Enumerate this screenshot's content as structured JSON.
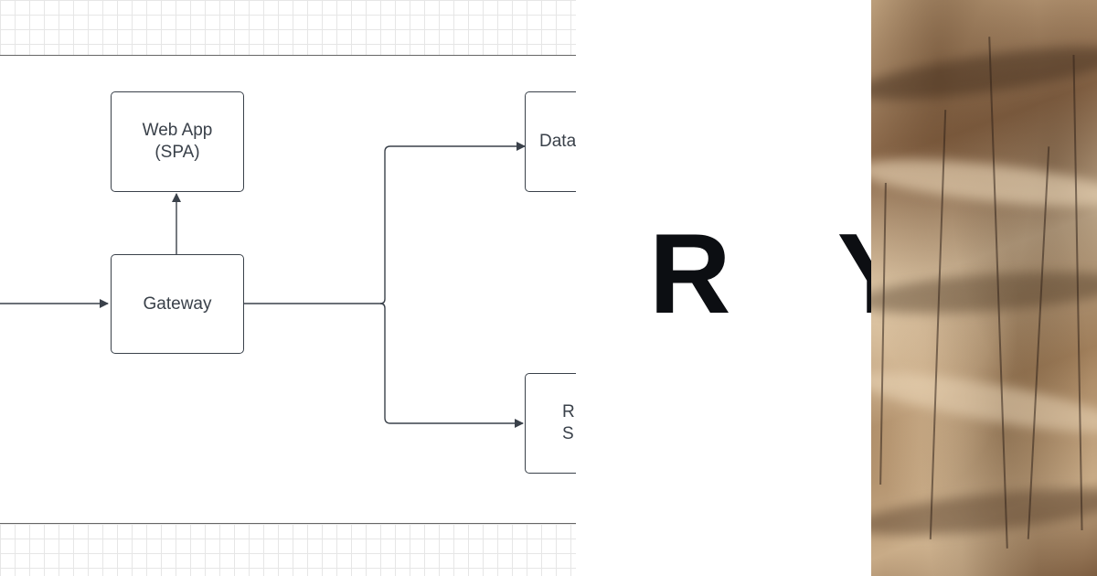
{
  "diagram": {
    "nodes": {
      "web_app": "Web App\n(SPA)",
      "gateway": "Gateway",
      "database": "Data",
      "service": "R\nS"
    }
  },
  "title": {
    "letters": "R Y"
  },
  "colors": {
    "line": "#3a414a",
    "text": "#0c0e12",
    "grid": "#e6e6e6",
    "paper": "#c8ab87"
  },
  "icons": {
    "paper": "crumpled-handwritten-paper-texture"
  }
}
